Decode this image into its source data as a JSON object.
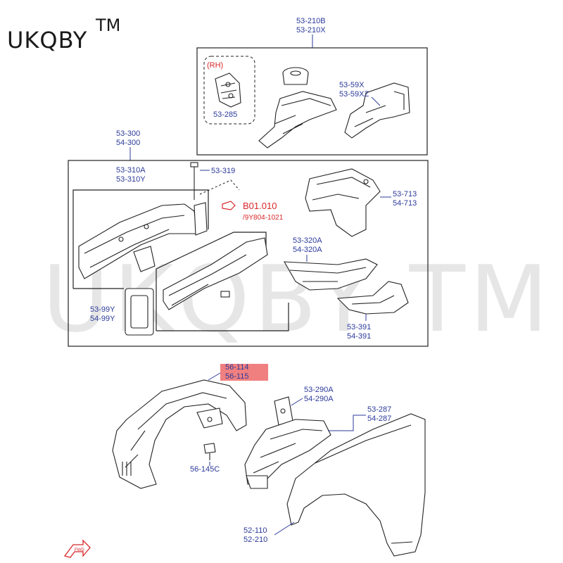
{
  "brand": {
    "name": "UKQBY",
    "mark": "TM",
    "watermark": "UKQBY TM"
  },
  "groups": {
    "top_box": {
      "labels": [
        "53-210B",
        "53-210X"
      ]
    },
    "rh_inset": {
      "tag": "(RH)",
      "part": "53-285"
    },
    "mid_box": {
      "labels": [
        "53-300",
        "54-300"
      ]
    }
  },
  "callouts": [
    {
      "id": "53-59",
      "lines": [
        "53-59X",
        "53-59XZ"
      ]
    },
    {
      "id": "53-310",
      "lines": [
        "53-310A",
        "53-310Y"
      ]
    },
    {
      "id": "53-319",
      "lines": [
        "53-319"
      ]
    },
    {
      "id": "53-713",
      "lines": [
        "53-713",
        "54-713"
      ]
    },
    {
      "id": "53-320",
      "lines": [
        "53-320A",
        "54-320A"
      ]
    },
    {
      "id": "53-99",
      "lines": [
        "53-99Y",
        "54-99Y"
      ]
    },
    {
      "id": "53-391",
      "lines": [
        "53-391",
        "54-391"
      ]
    },
    {
      "id": "56-114",
      "lines": [
        "56-114",
        "56-115"
      ]
    },
    {
      "id": "53-290",
      "lines": [
        "53-290A",
        "54-290A"
      ]
    },
    {
      "id": "53-287",
      "lines": [
        "53-287",
        "54-287"
      ]
    },
    {
      "id": "56-145",
      "lines": [
        "56-145C"
      ]
    },
    {
      "id": "52-110",
      "lines": [
        "52-110",
        "52-210"
      ]
    }
  ],
  "reference": {
    "code": "B01.010",
    "date": "/9Y804-1021"
  },
  "highlight_color": "#f08080",
  "label_color": "#2b3a9a",
  "reference_color": "#d8282a",
  "direction_arrow": {
    "icon": "fwd-arrow-icon",
    "text": "FWD"
  }
}
